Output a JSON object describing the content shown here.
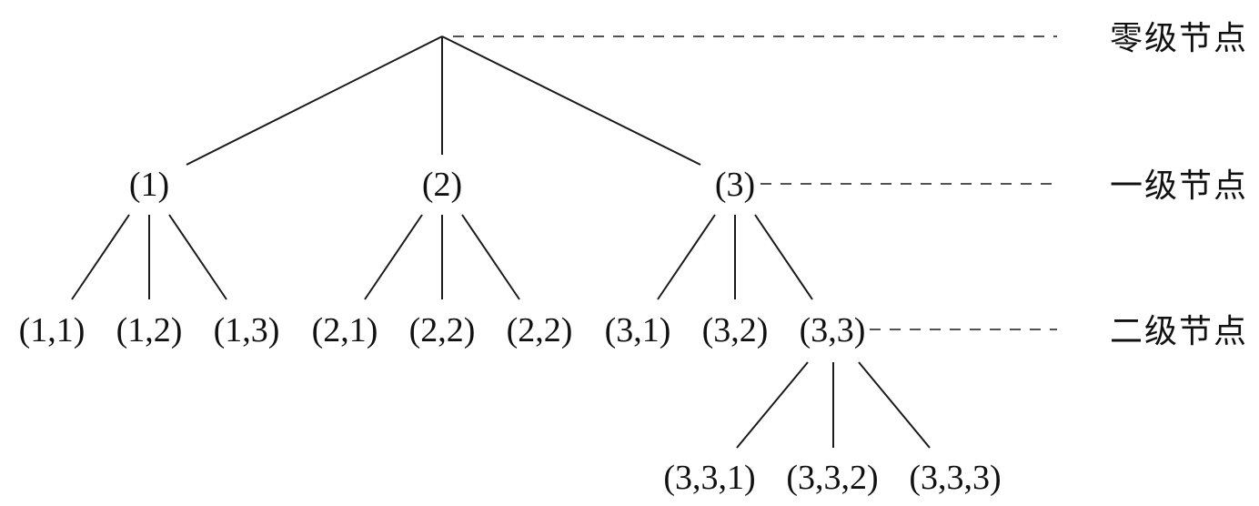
{
  "tree": {
    "root": {
      "id": "root",
      "label": ""
    },
    "level1": [
      {
        "id": "n1",
        "label": "(1)"
      },
      {
        "id": "n2",
        "label": "(2)"
      },
      {
        "id": "n3",
        "label": "(3)"
      }
    ],
    "level2": [
      {
        "id": "n11",
        "parent": "n1",
        "label": "(1,1)"
      },
      {
        "id": "n12",
        "parent": "n1",
        "label": "(1,2)"
      },
      {
        "id": "n13",
        "parent": "n1",
        "label": "(1,3)"
      },
      {
        "id": "n21",
        "parent": "n2",
        "label": "(2,1)"
      },
      {
        "id": "n22",
        "parent": "n2",
        "label": "(2,2)"
      },
      {
        "id": "n23",
        "parent": "n2",
        "label": "(2,2)"
      },
      {
        "id": "n31",
        "parent": "n3",
        "label": "(3,1)"
      },
      {
        "id": "n32",
        "parent": "n3",
        "label": "(3,2)"
      },
      {
        "id": "n33",
        "parent": "n3",
        "label": "(3,3)"
      }
    ],
    "level3": [
      {
        "id": "n331",
        "parent": "n33",
        "label": "(3,3,1)"
      },
      {
        "id": "n332",
        "parent": "n33",
        "label": "(3,3,2)"
      },
      {
        "id": "n333",
        "parent": "n33",
        "label": "(3,3,3)"
      }
    ]
  },
  "level_labels": {
    "zero": "零级节点",
    "one": "一级节点",
    "two": "二级节点"
  },
  "colors": {
    "line": "#1a1a1a",
    "text": "#111111",
    "background": "#ffffff"
  }
}
